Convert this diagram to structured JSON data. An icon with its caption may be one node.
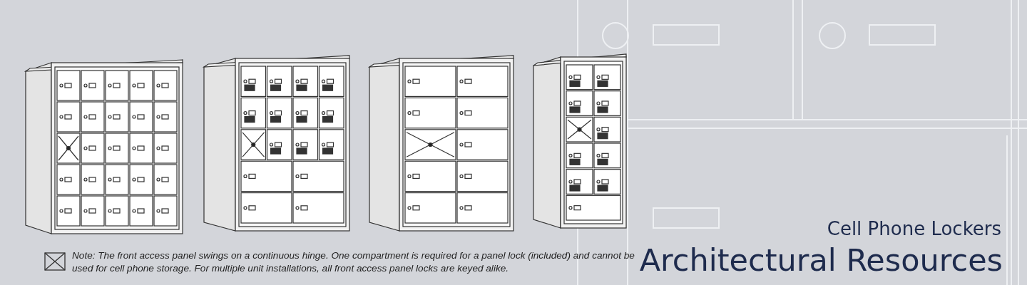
{
  "diagram": {
    "labels": [
      "Cell Phone Lockers",
      "Architectural Resources",
      "Note: The front access panel swings on a continuous hinge. One compartment is required for a panel lock (included) and cannot be used for cell phone storage. For multiple unit installations, all front access panel locks are keyed alike."
    ]
  }
}
